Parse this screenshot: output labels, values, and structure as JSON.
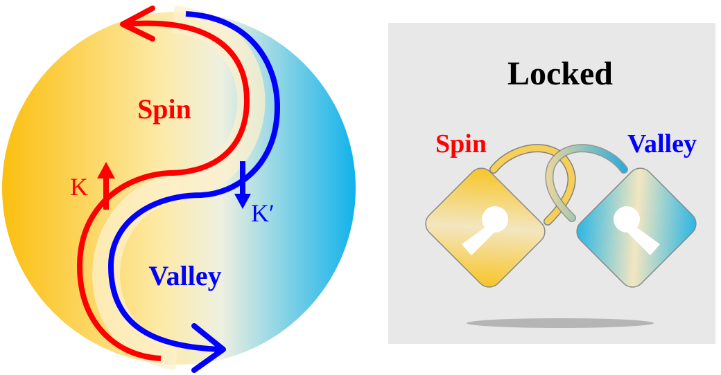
{
  "left_diagram": {
    "spin_label": "Spin",
    "valley_label": "Valley",
    "k_label": "K",
    "k_prime_label": "K′"
  },
  "right_panel": {
    "title": "Locked",
    "spin_label": "Spin",
    "valley_label": "Valley"
  },
  "colors": {
    "spin": "#ff0000",
    "valley": "#0000ff",
    "orange": "#fbbf10",
    "blue": "#11b2ec",
    "panel_bg": "#e8e8e8"
  }
}
